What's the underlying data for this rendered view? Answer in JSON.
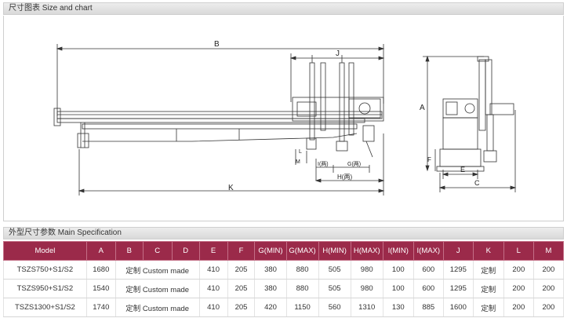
{
  "section1": {
    "title": "尺寸图表  Size and chart"
  },
  "section2": {
    "title": "外型尺寸参数  Main Specification"
  },
  "drawing": {
    "labels": {
      "B": "B",
      "J": "J",
      "K": "K",
      "L": "L",
      "M": "M",
      "I": "I(两)",
      "G": "G(两)",
      "H": "H(两)",
      "A": "A",
      "F": "F",
      "E": "E",
      "C": "C"
    }
  },
  "table": {
    "headers": [
      "Model",
      "A",
      "B",
      "C",
      "D",
      "E",
      "F",
      "G(MIN)",
      "G(MAX)",
      "H(MIN)",
      "H(MAX)",
      "I(MIN)",
      "I(MAX)",
      "J",
      "K",
      "L",
      "M"
    ],
    "custom_label": "定制 Custom made",
    "rows": [
      {
        "model": "TSZS750+S1/S2",
        "A": "1680",
        "E": "410",
        "F": "205",
        "Gmin": "380",
        "Gmax": "880",
        "Hmin": "505",
        "Hmax": "980",
        "Imin": "100",
        "Imax": "600",
        "J": "1295",
        "K": "定制",
        "L": "200",
        "M": "200"
      },
      {
        "model": "TSZS950+S1/S2",
        "A": "1540",
        "E": "410",
        "F": "205",
        "Gmin": "380",
        "Gmax": "880",
        "Hmin": "505",
        "Hmax": "980",
        "Imin": "100",
        "Imax": "600",
        "J": "1295",
        "K": "定制",
        "L": "200",
        "M": "200"
      },
      {
        "model": "TSZS1300+S1/S2",
        "A": "1740",
        "E": "410",
        "F": "205",
        "Gmin": "420",
        "Gmax": "1150",
        "Hmin": "560",
        "Hmax": "1310",
        "Imin": "130",
        "Imax": "885",
        "J": "1600",
        "K": "定制",
        "L": "200",
        "M": "200"
      }
    ]
  }
}
